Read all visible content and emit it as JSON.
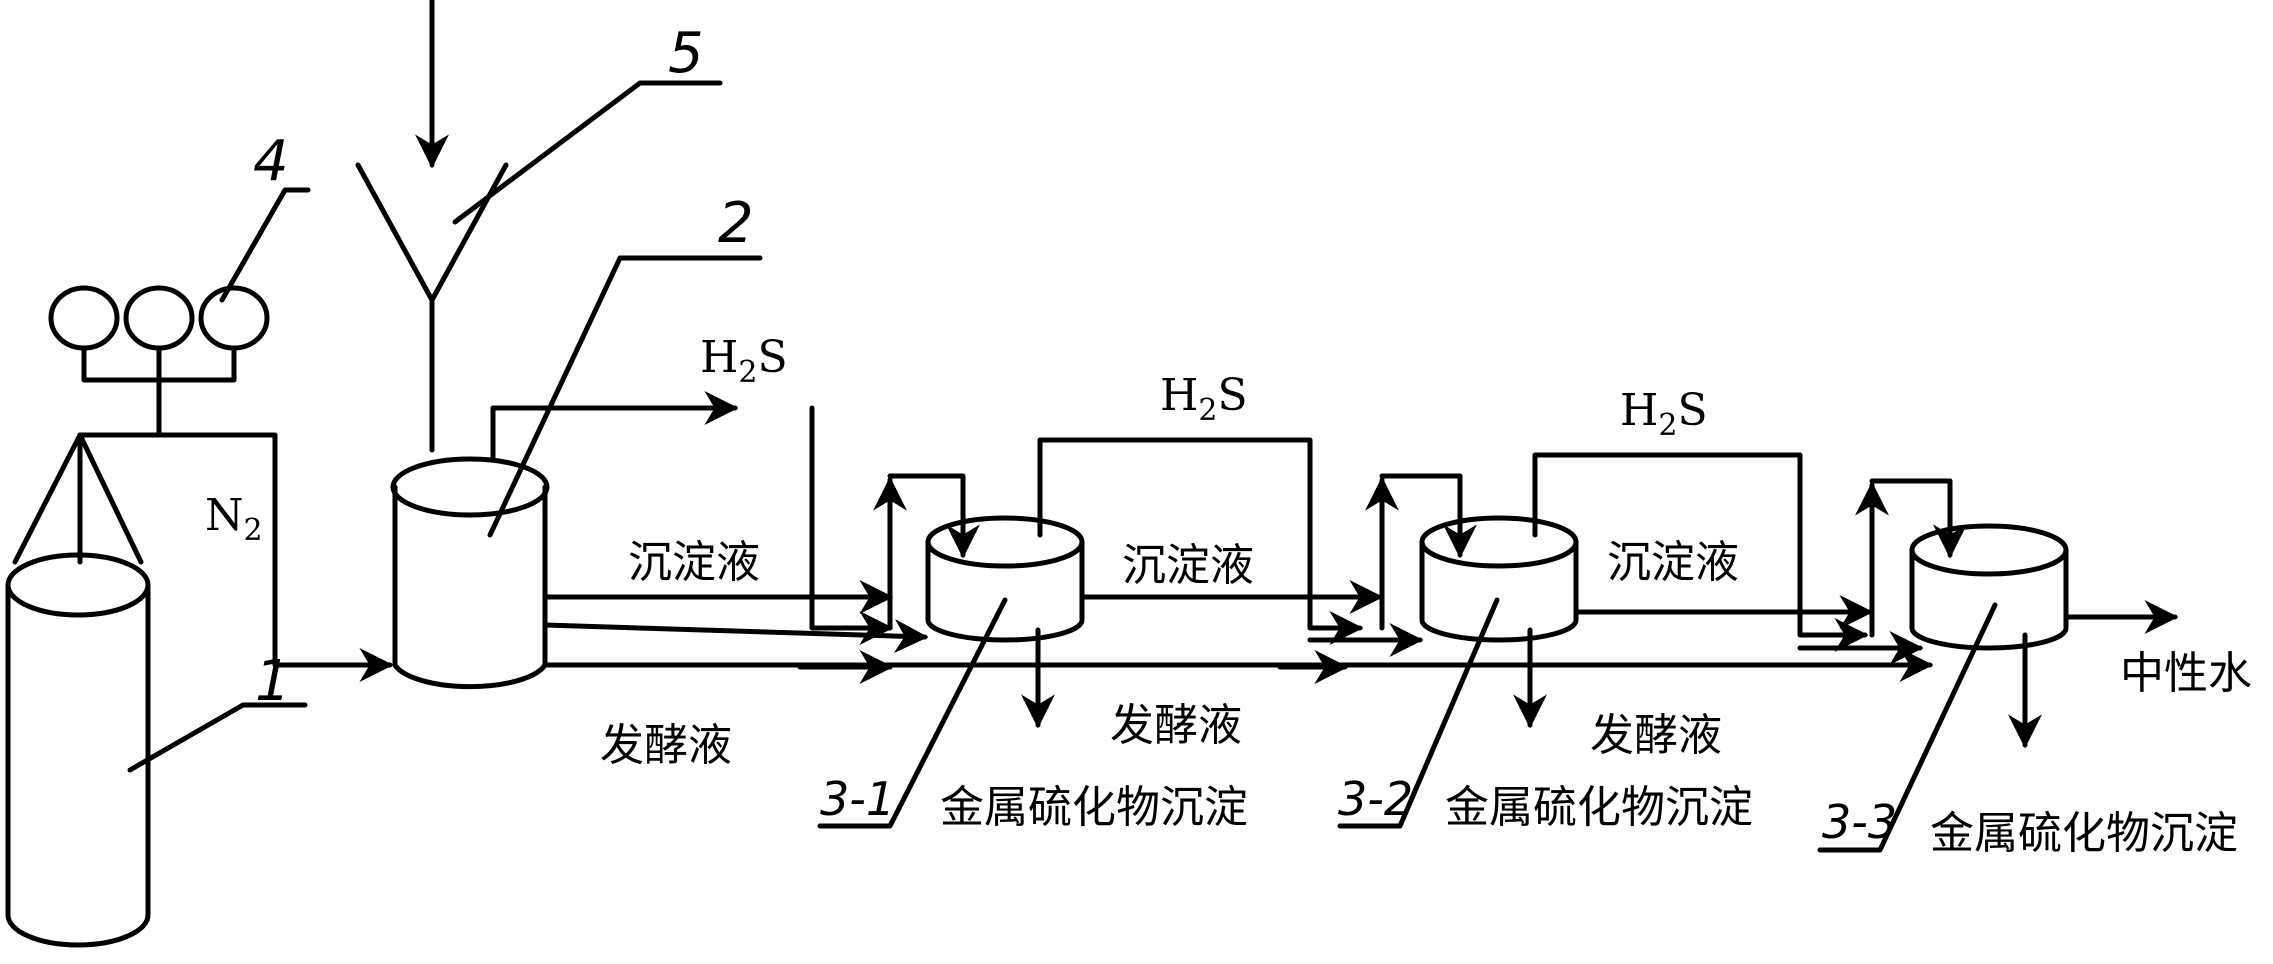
{
  "labels": {
    "h2s_1_main": "H",
    "h2s_1_sub": "2",
    "h2s_1_tail": "S",
    "h2s_2_main": "H",
    "h2s_2_sub": "2",
    "h2s_2_tail": "S",
    "h2s_3_main": "H",
    "h2s_3_sub": "2",
    "h2s_3_tail": "S",
    "n2_main": "N",
    "n2_sub": "2",
    "supernatant_1": "沉淀液",
    "supernatant_2": "沉淀液",
    "supernatant_3": "沉淀液",
    "ferment_1": "发酵液",
    "ferment_2": "发酵液",
    "ferment_3": "发酵液",
    "precip_1": "金属硫化物沉淀",
    "precip_2": "金属硫化物沉淀",
    "precip_3": "金属硫化物沉淀",
    "neutral_water": "中性水"
  },
  "numbers": {
    "n1": "1",
    "n2": "2",
    "n4": "4",
    "n5": "5",
    "n31": "3-1",
    "n32": "3-2",
    "n33": "3-3"
  },
  "colors": {
    "stroke": "#000000",
    "background": "#ffffff"
  }
}
